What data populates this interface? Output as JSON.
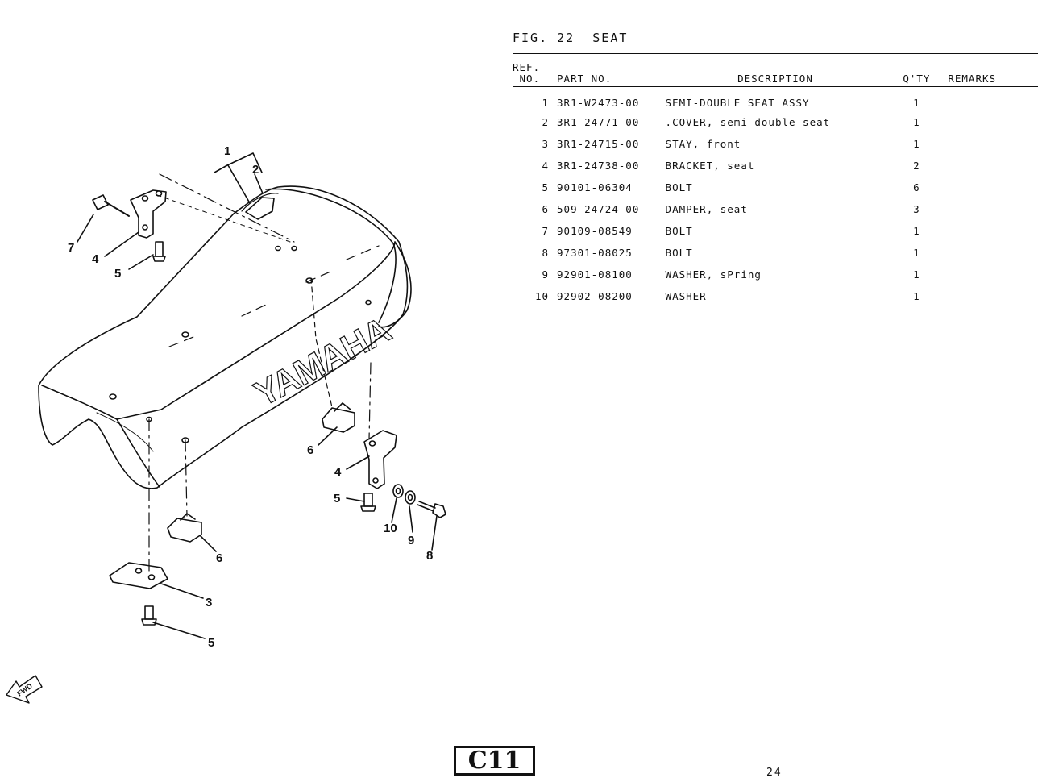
{
  "figure": {
    "title": "FIG. 22  SEAT"
  },
  "table": {
    "headers": {
      "ref": "REF.\n NO.",
      "part_no": "PART NO.",
      "description": "DESCRIPTION",
      "qty": "Q'TY",
      "remarks": "REMARKS"
    },
    "rows": [
      {
        "ref": "1",
        "part_no": "3R1-W2473-00",
        "description": "SEMI-DOUBLE SEAT ASSY",
        "qty": "1",
        "remarks": ""
      },
      {
        "ref": "2",
        "part_no": "3R1-24771-00",
        "description": ".COVER, semi-double seat",
        "qty": "1",
        "remarks": ""
      },
      {
        "ref": "3",
        "part_no": "3R1-24715-00",
        "description": "STAY, front",
        "qty": "1",
        "remarks": ""
      },
      {
        "ref": "4",
        "part_no": "3R1-24738-00",
        "description": "BRACKET, seat",
        "qty": "2",
        "remarks": ""
      },
      {
        "ref": "5",
        "part_no": "90101-06304",
        "description": "BOLT",
        "qty": "6",
        "remarks": ""
      },
      {
        "ref": "6",
        "part_no": "509-24724-00",
        "description": "DAMPER, seat",
        "qty": "3",
        "remarks": ""
      },
      {
        "ref": "7",
        "part_no": "90109-08549",
        "description": "BOLT",
        "qty": "1",
        "remarks": ""
      },
      {
        "ref": "8",
        "part_no": "97301-08025",
        "description": "BOLT",
        "qty": "1",
        "remarks": ""
      },
      {
        "ref": "9",
        "part_no": "92901-08100",
        "description": "WASHER, sPring",
        "qty": "1",
        "remarks": ""
      },
      {
        "ref": "10",
        "part_no": "92902-08200",
        "description": "WASHER",
        "qty": "1",
        "remarks": ""
      }
    ]
  },
  "diagram": {
    "brand_text": "YAMAHA",
    "fwd_text": "FWD",
    "callouts": {
      "c1": "1",
      "c2": "2",
      "c3": "3",
      "c4a": "4",
      "c4b": "4",
      "c5a": "5",
      "c5b": "5",
      "c5c": "5",
      "c6a": "6",
      "c6b": "6",
      "c7": "7",
      "c8": "8",
      "c9": "9",
      "c10": "10"
    }
  },
  "footer": {
    "section_code": "C11",
    "page_number": "24"
  }
}
